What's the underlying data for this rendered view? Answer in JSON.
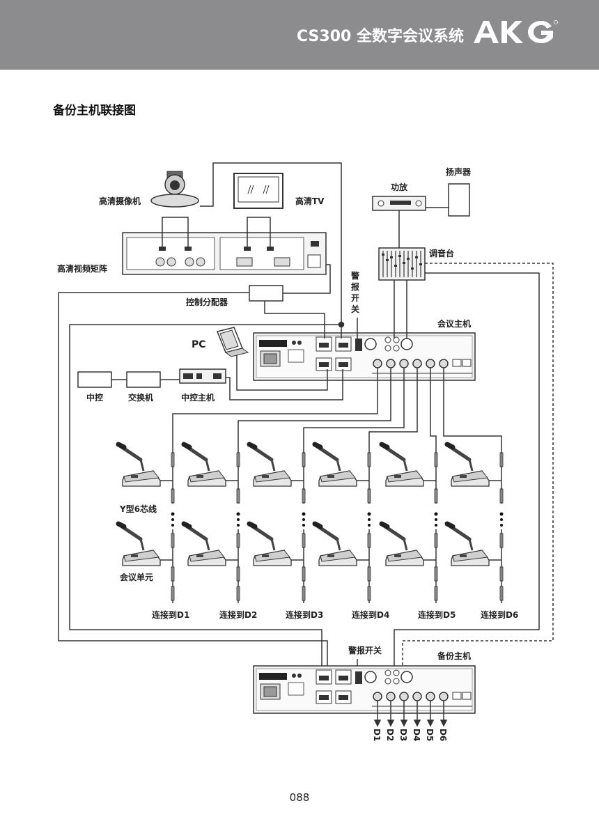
{
  "header": {
    "title": "CS300 全数字会议系统",
    "brand": "AKG",
    "background_color": "#8c8c8e"
  },
  "section_title": "备份主机联接图",
  "devices": {
    "hd_camera": "高清摄像机",
    "hd_tv": "高清TV",
    "hd_video_matrix": "高清视频矩阵",
    "amplifier": "功放",
    "speaker": "扬声器",
    "mixer": "调音台",
    "control_distributor": "控制分配器",
    "alarm_switch_vertical": [
      "警",
      "报",
      "开",
      "关"
    ],
    "alarm_switch": "警报开关",
    "conference_host": "会议主机",
    "pc": "PC",
    "central_control": "中控",
    "network_switch": "交换机",
    "central_control_host": "中控主机",
    "y_cable": "Y型6芯线",
    "conference_unit": "会议单元",
    "backup_host": "备份主机"
  },
  "connect_labels": [
    "连接到D1",
    "连接到D2",
    "连接到D3",
    "连接到D4",
    "连接到D5",
    "连接到D6"
  ],
  "outputs": [
    "D1",
    "D2",
    "D3",
    "D4",
    "D5",
    "D6"
  ],
  "page_number": "088"
}
